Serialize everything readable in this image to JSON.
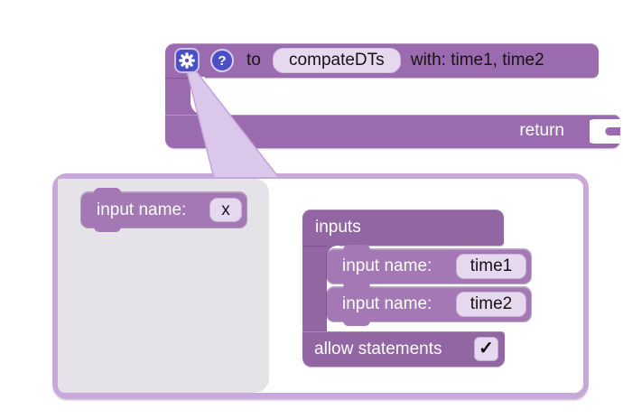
{
  "colors": {
    "block_purple": "#9a6caf",
    "inputs_purple": "#9166a3",
    "item_purple": "#a478b4",
    "field_bg": "#e6d9ef",
    "icon_blue": "#4a4fc7",
    "dialog_border": "#c8a7db",
    "callout_fill": "#dbc7e9",
    "flyout_gray": "#e5e3e7"
  },
  "procedure_block": {
    "gear_icon": "gear",
    "help_label": "?",
    "to_label": "to",
    "name_value": "compateDTs",
    "params_text": "with: time1, time2",
    "return_label": "return"
  },
  "mutator": {
    "flyout_block": {
      "label": "input name:",
      "value": "x"
    },
    "inputs_title": "inputs",
    "items": [
      {
        "label": "input name:",
        "value": "time1"
      },
      {
        "label": "input name:",
        "value": "time2"
      }
    ],
    "allow_statements": {
      "label": "allow statements",
      "checkmark": "✓"
    }
  }
}
